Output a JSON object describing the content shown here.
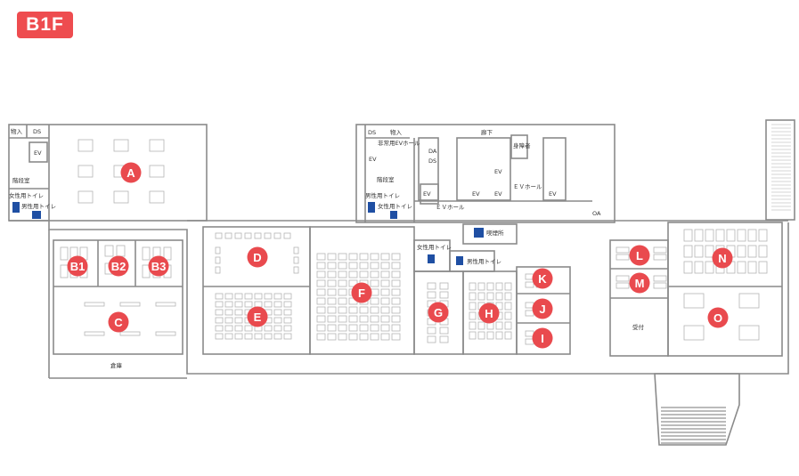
{
  "floor": {
    "label": "B1F",
    "color": "#ee4c4f"
  },
  "rooms": [
    {
      "id": "A"
    },
    {
      "id": "B1"
    },
    {
      "id": "B2"
    },
    {
      "id": "B3"
    },
    {
      "id": "C"
    },
    {
      "id": "D"
    },
    {
      "id": "E"
    },
    {
      "id": "F"
    },
    {
      "id": "G"
    },
    {
      "id": "H"
    },
    {
      "id": "I"
    },
    {
      "id": "J"
    },
    {
      "id": "K"
    },
    {
      "id": "L"
    },
    {
      "id": "M"
    },
    {
      "id": "N"
    },
    {
      "id": "O"
    }
  ],
  "labels": {
    "storage_1": "物入",
    "ds_1": "DS",
    "ev_1": "EV",
    "stairs_1": "階段室",
    "women_1": "女性用トイレ",
    "men_1": "男性用トイレ",
    "ds_2": "DS",
    "storage_2": "物入",
    "emergency_ev_hall": "非常用EVホール",
    "da_1": "DA",
    "ds_3": "DS",
    "ev_2": "EV",
    "stairs_2": "階段室",
    "men_2": "男性用トイレ",
    "women_2": "女性用トイレ",
    "corridor": "廊下",
    "accessible": "身障者",
    "ev_hall_1": "ＥＶホール",
    "ev_hall_2": "ＥＶホール",
    "ev_3": "EV",
    "ev_4": "EV",
    "ev_5": "EV",
    "ev_6": "EV",
    "ev_7": "EV",
    "oa": "OA",
    "smoking": "喫煙所",
    "women_3": "女性用トイレ",
    "men_3": "男性用トイレ",
    "reception": "受付",
    "warehouse": "倉庫"
  }
}
